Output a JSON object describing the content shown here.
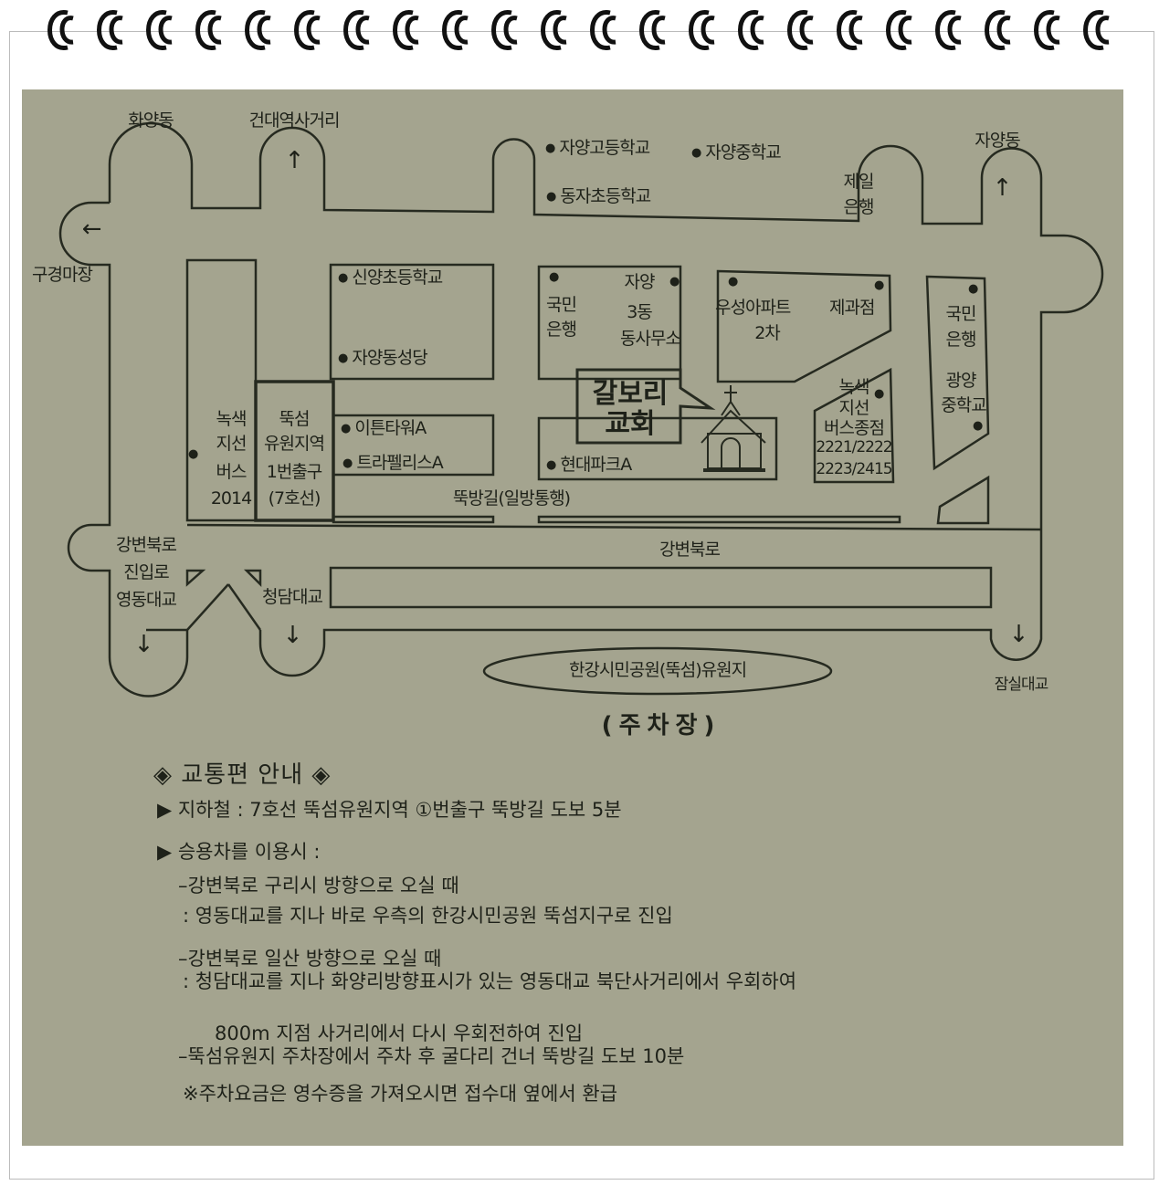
{
  "map": {
    "labels": {
      "hwayang_dong": "화양동",
      "kondae_intersection": "건대역사거리",
      "gugyeongmajang": "구경마장",
      "jayang_high": "자양고등학교",
      "jayang_middle": "자양중학교",
      "dongja_elem": "동자초등학교",
      "jeil_bank": [
        "제일",
        "은행"
      ],
      "jayang_dong": "자양동",
      "sinyang_elem": "신양초등학교",
      "jayang_cathedral": "자양동성당",
      "kookmin_bank_left": [
        "국민",
        "은행"
      ],
      "jayang3_office": [
        "자양",
        "3동",
        "동사무소"
      ],
      "woosung_apt": [
        "우성아파트",
        "2차"
      ],
      "bakery": "제과점",
      "kookmin_bank_right": [
        "국민",
        "은행"
      ],
      "gwangyang_middle": [
        "광양",
        "중학교"
      ],
      "green_bus_terminal": [
        "녹색",
        "지선",
        "버스종점",
        "2221/2222",
        "2223/2415"
      ],
      "green_bus_2014": [
        "녹색",
        "지선",
        "버스",
        "2014"
      ],
      "station_exit": [
        "뚝섬",
        "유원지역",
        "1번출구",
        "(7호선)"
      ],
      "eaton_tower": "이튼타워A",
      "trapalace": "트라펠리스A",
      "hyundai_park": "현대파크A",
      "church": [
        "갈보리",
        "교회"
      ],
      "ttukbang_road": "뚝방길(일방통행)",
      "gangbyeon_road": "강변북로",
      "gangbyeon_entry": [
        "강변북로",
        "진입로",
        "영동대교"
      ],
      "cheongdam_bridge": "청담대교",
      "jamsil_bridge": "잠실대교",
      "hangang_park": "한강시민공원(뚝섬)유원지",
      "parking": "( 주 차 장 )"
    },
    "arrows": {
      "left": "←",
      "up": "↑",
      "down": "↓"
    }
  },
  "directions": {
    "title": "◈ 교통편 안내 ◈",
    "lines": [
      "▶ 지하철 : 7호선 뚝섬유원지역 ①번출구 뚝방길 도보 5분",
      "▶ 승용차를 이용시 :",
      "–강변북로 구리시 방향으로 오실 때",
      "  : 영동대교를 지나 바로 우측의 한강시민공원 뚝섬지구로 진입",
      "–강변북로 일산 방향으로 오실 때",
      "  : 청담대교를 지나 화양리방향표시가 있는 영동대교 북단사거리에서 우회하여",
      "800m 지점 사거리에서 다시 우회전하여 진입",
      "–뚝섬유원지 주차장에서 주차 후 굴다리 건너 뚝방길 도보 10분",
      "※주차요금은 영수증을 가져오시면 접수대 옆에서 환급"
    ]
  },
  "colors": {
    "paper": "#a4a48f",
    "ink": "#1e2119"
  }
}
